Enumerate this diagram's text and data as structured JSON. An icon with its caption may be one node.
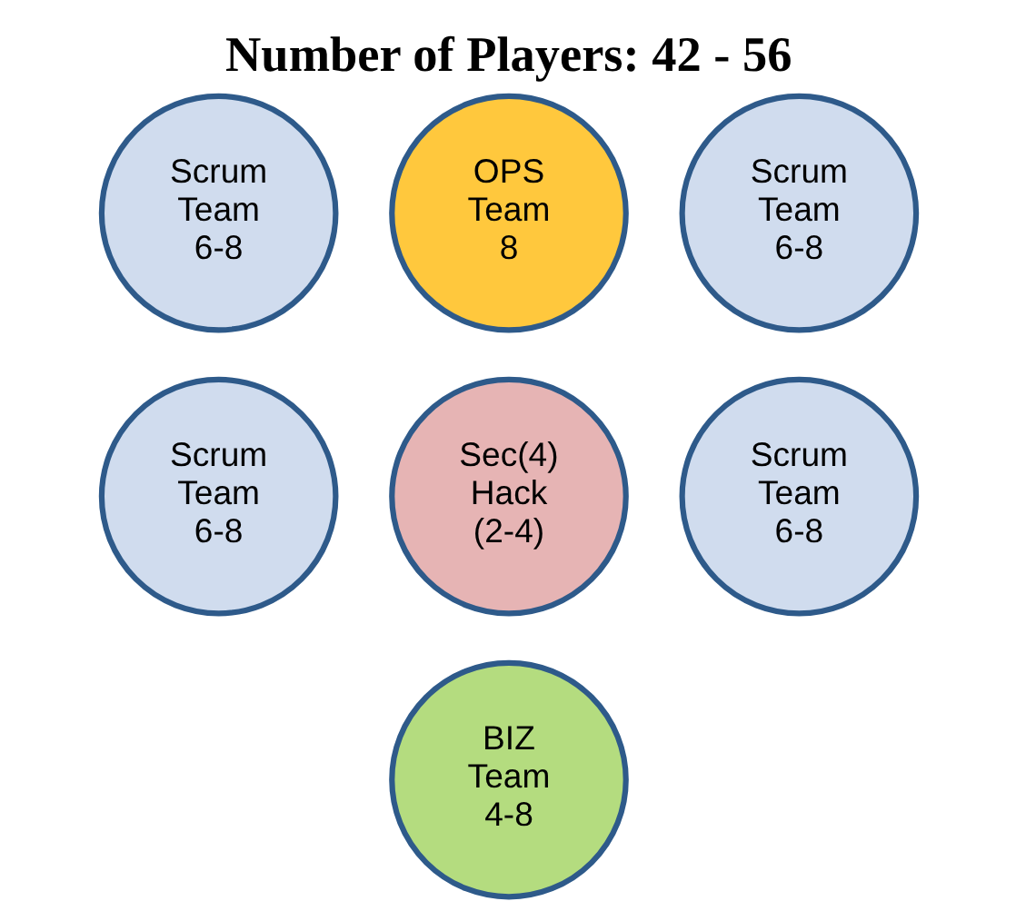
{
  "diagram": {
    "title": "Number of Players: 42 - 56",
    "nodes": [
      {
        "text": [
          "Scrum Team 6-8"
        ]
      },
      {
        "text": [
          "OPS Team 8"
        ]
      },
      {
        "text": [
          "Scrum Team 6-8"
        ]
      },
      {
        "text": [
          "Scrum Team 6-8"
        ]
      },
      {
        "text": [
          "Sec(4) Hack (2-4)"
        ]
      },
      {
        "text": [
          "Scrum Team 6-8"
        ]
      },
      {
        "text": [
          "BIZ Team 4-8"
        ]
      }
    ]
  }
}
